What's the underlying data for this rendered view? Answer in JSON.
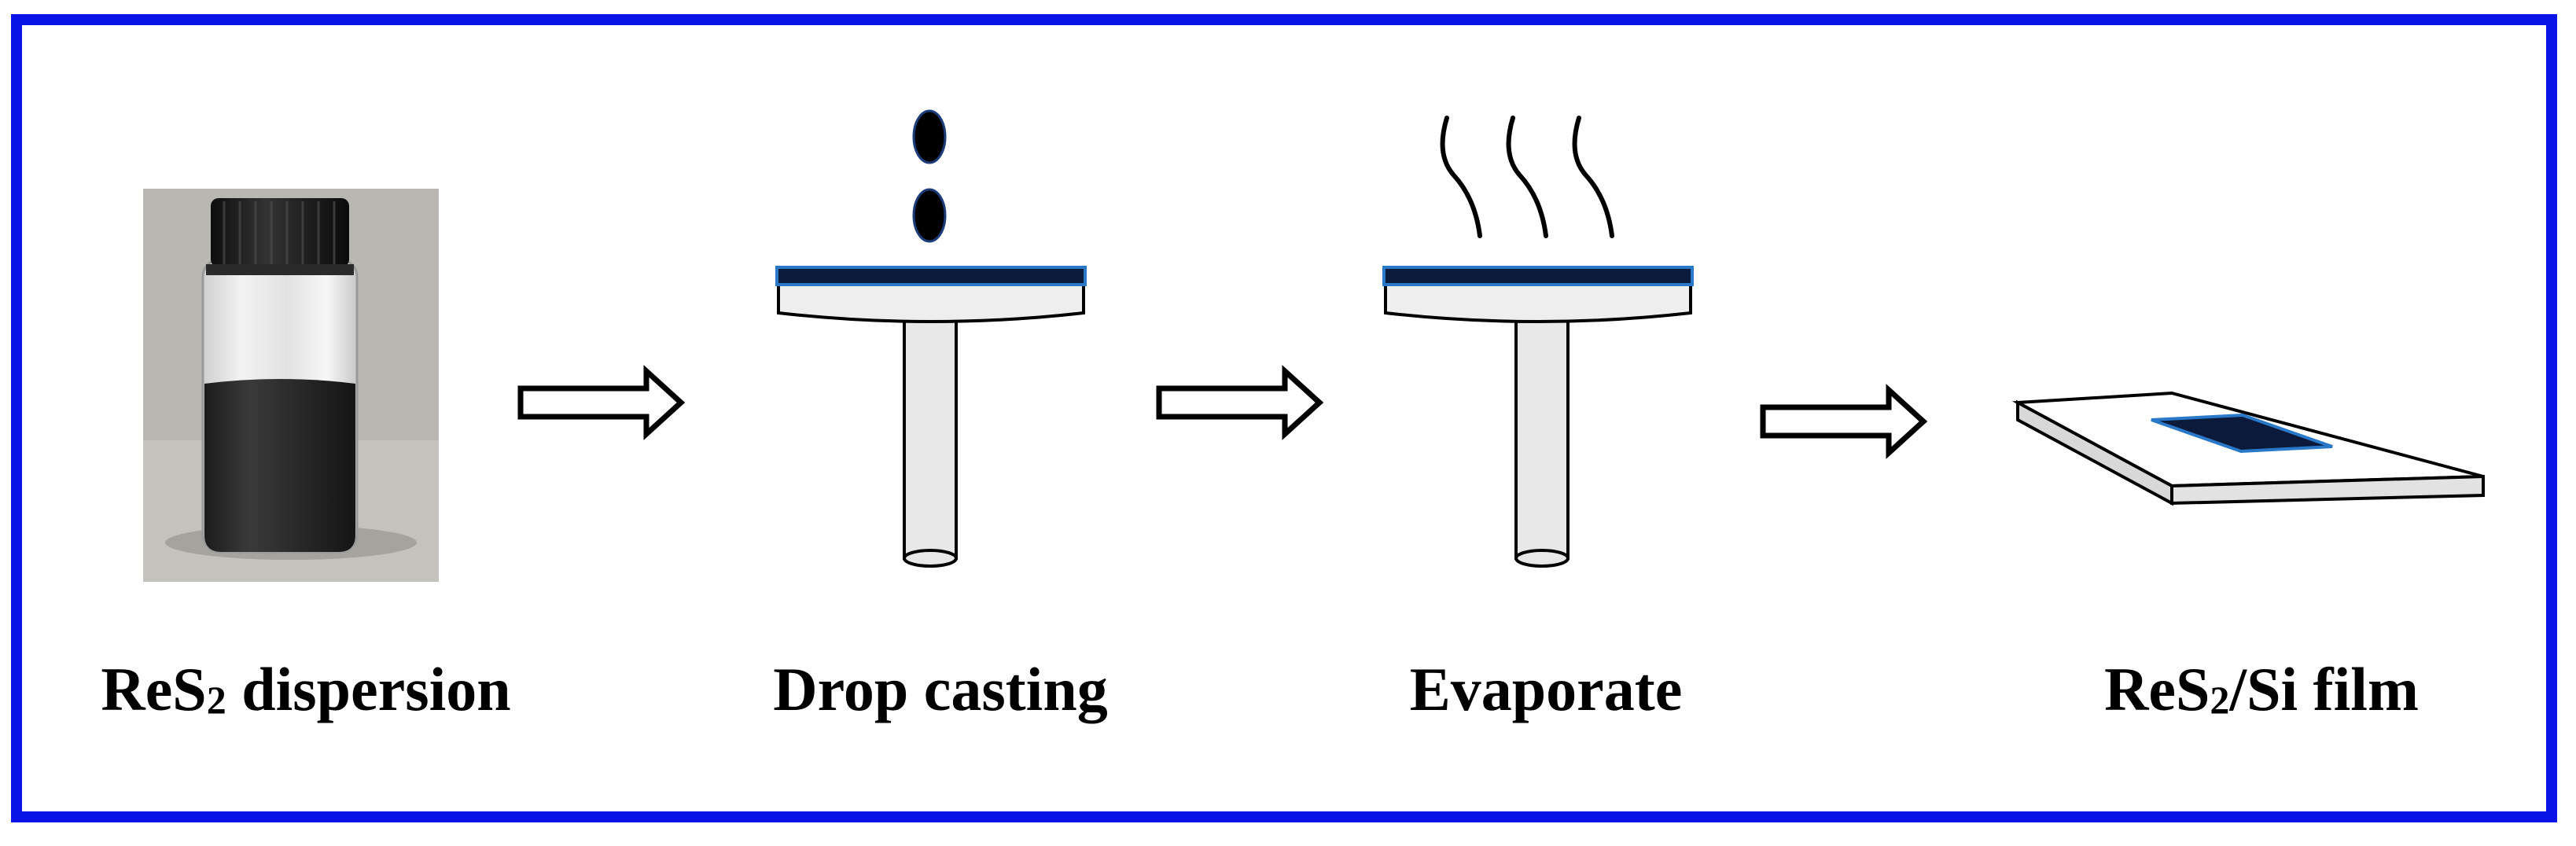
{
  "frame_color": "#0a14e6",
  "steps": [
    {
      "icon": "vial-photo",
      "label_main": "ReS",
      "label_sub": "2",
      "label_rest": " dispersion"
    },
    {
      "icon": "drop-casting-stage",
      "label": "Drop casting"
    },
    {
      "icon": "evaporating-stage",
      "label": "Evaporate"
    },
    {
      "icon": "film-on-substrate",
      "label_main": "ReS",
      "label_sub": "2",
      "label_rest": "/Si film"
    }
  ],
  "arrows": [
    "hollow-right-arrow",
    "hollow-right-arrow",
    "hollow-right-arrow"
  ],
  "colors": {
    "film": "#0b1a3a",
    "film_edge": "#2a79c8",
    "stage": "#ececec",
    "liquid": "#2b2b2b",
    "cap": "#1b1b1b"
  }
}
